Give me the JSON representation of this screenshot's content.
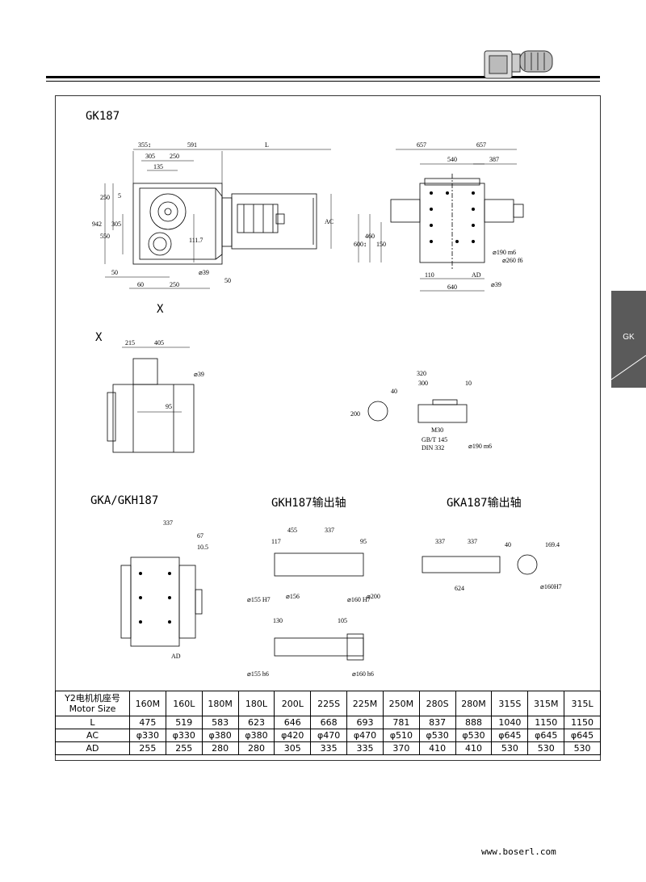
{
  "sections": {
    "gk187": "GK187",
    "view_x": "X",
    "view_x_arrow": "X",
    "gka_gkh": "GKA/GKH187",
    "gkh_shaft": "GKH187输出轴",
    "gka_shaft": "GKA187输出轴"
  },
  "side_tab": "GK",
  "dims_main": {
    "d355": "355↕",
    "d591": "591",
    "dL": "L",
    "d305": "305",
    "d250a": "250",
    "d135": "135",
    "d250b": "250",
    "d5": "5",
    "d942": "942",
    "d550": "550",
    "d305b": "305",
    "d111": "111.7",
    "d50a": "50",
    "d60": "60",
    "d250c": "250",
    "d39": "⌀39",
    "d50b": "50",
    "dAC": "AC"
  },
  "dims_side": {
    "d657a": "657",
    "d657b": "657",
    "d540": "540",
    "d387": "387",
    "d600": "600↕",
    "d460": "460",
    "d150": "150",
    "d190": "⌀190 m6",
    "d260": "⌀260 f6",
    "d110": "110",
    "dAD": "AD",
    "d640": "640",
    "d39": "⌀39"
  },
  "dims_x": {
    "d215": "215",
    "d405": "405",
    "d39": "⌀39",
    "d95": "95"
  },
  "dims_key": {
    "d320": "320",
    "d300": "300",
    "d10": "10",
    "d40": "40",
    "d200": "200",
    "m30": "M30",
    "gb": "GB/T 145",
    "din": "DIN 332",
    "d190": "⌀190 m6"
  },
  "dims_gka": {
    "d337": "337",
    "d67": "67",
    "d105": "10.5",
    "dAD": "AD"
  },
  "dims_gkh": {
    "d117": "117",
    "d455": "455",
    "d337": "337",
    "d95": "95",
    "d155": "⌀155 H7",
    "d156": "⌀156",
    "d160": "⌀160 H7",
    "d200": "⌀200",
    "d130": "130",
    "d105": "105",
    "d155h6": "⌀155 h6",
    "d160h6": "⌀160 h6"
  },
  "dims_gkas": {
    "d337a": "337",
    "d337b": "337",
    "d624": "624",
    "d40": "40",
    "d169": "169.4",
    "d160": "⌀160H7"
  },
  "table": {
    "header_label": [
      "Y2电机机座号",
      "Motor Size"
    ],
    "sizes": [
      "160M",
      "160L",
      "180M",
      "180L",
      "200L",
      "225S",
      "225M",
      "250M",
      "280S",
      "280M",
      "315S",
      "315M",
      "315L"
    ],
    "rows": [
      {
        "label": "L",
        "values": [
          "475",
          "519",
          "583",
          "623",
          "646",
          "668",
          "693",
          "781",
          "837",
          "888",
          "1040",
          "1150",
          "1150"
        ]
      },
      {
        "label": "AC",
        "values": [
          "φ330",
          "φ330",
          "φ380",
          "φ380",
          "φ420",
          "φ470",
          "φ470",
          "φ510",
          "φ530",
          "φ530",
          "φ645",
          "φ645",
          "φ645"
        ]
      },
      {
        "label": "AD",
        "values": [
          "255",
          "255",
          "280",
          "280",
          "305",
          "335",
          "335",
          "370",
          "410",
          "410",
          "530",
          "530",
          "530"
        ]
      }
    ]
  },
  "footer": "www.boserl.com"
}
